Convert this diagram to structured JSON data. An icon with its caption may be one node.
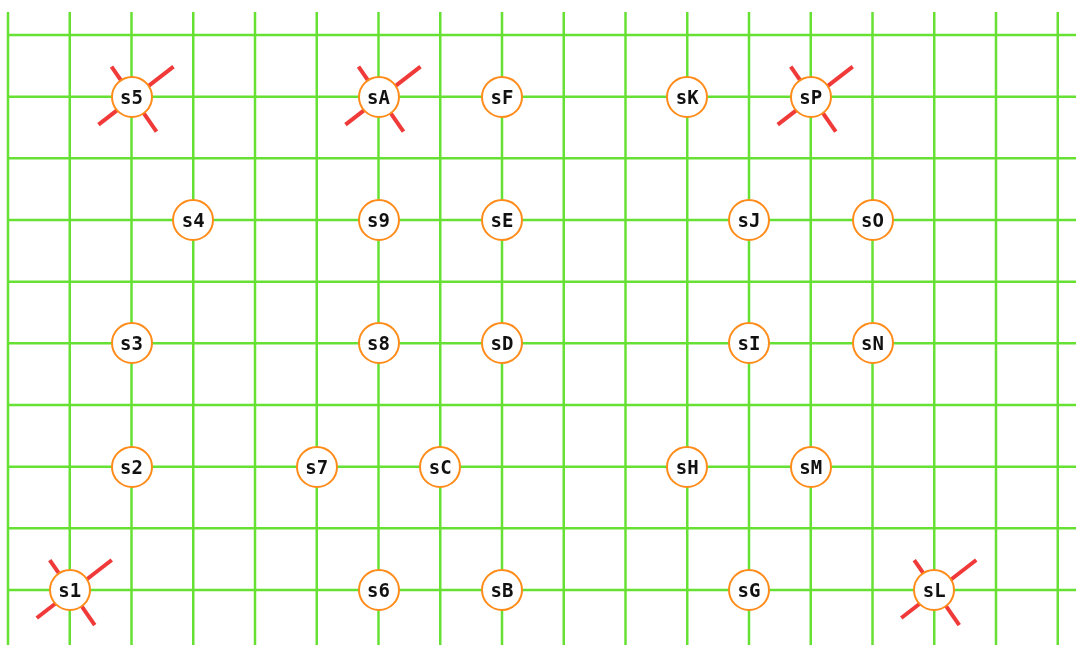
{
  "diagram": {
    "nodes": [
      {
        "text": [
          "s5"
        ]
      },
      {
        "text": [
          "sA"
        ]
      },
      {
        "text": [
          "sF"
        ]
      },
      {
        "text": [
          "sK"
        ]
      },
      {
        "text": [
          "sP"
        ]
      },
      {
        "text": [
          "s4"
        ]
      },
      {
        "text": [
          "s9"
        ]
      },
      {
        "text": [
          "sE"
        ]
      },
      {
        "text": [
          "sJ"
        ]
      },
      {
        "text": [
          "sO"
        ]
      },
      {
        "text": [
          "s3"
        ]
      },
      {
        "text": [
          "s8"
        ]
      },
      {
        "text": [
          "sD"
        ]
      },
      {
        "text": [
          "sI"
        ]
      },
      {
        "text": [
          "sN"
        ]
      },
      {
        "text": [
          "s2"
        ]
      },
      {
        "text": [
          "s7"
        ]
      },
      {
        "text": [
          "sC"
        ]
      },
      {
        "text": [
          "sH"
        ]
      },
      {
        "text": [
          "sM"
        ]
      },
      {
        "text": [
          "s1"
        ]
      },
      {
        "text": [
          "s6"
        ]
      },
      {
        "text": [
          "sB"
        ]
      },
      {
        "text": [
          "sG"
        ]
      },
      {
        "text": [
          "sL"
        ]
      }
    ]
  }
}
